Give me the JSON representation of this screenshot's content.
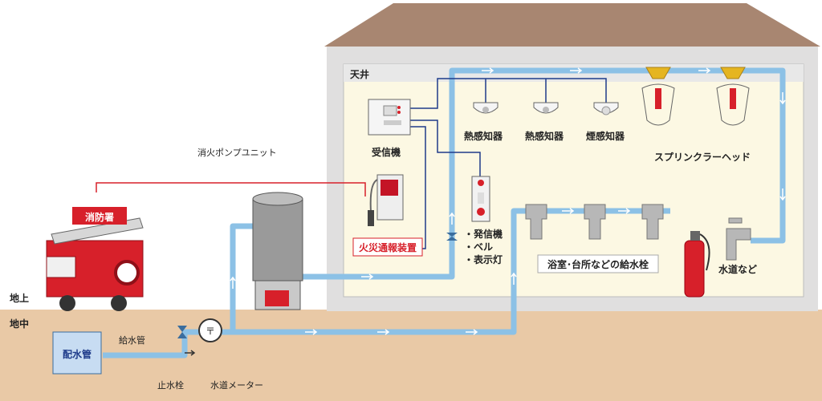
{
  "labels": {
    "ceiling": "天井",
    "receiver": "受信機",
    "heat_detector_1": "熱感知器",
    "heat_detector_2": "熱感知器",
    "smoke_detector": "煙感知器",
    "sprinkler_head": "スプリンクラーヘッド",
    "pump_unit": "消火ポンプユニット",
    "fire_station": "消防署",
    "fire_alarm_device": "火災通報装置",
    "transmitter_line1": "・発信機",
    "transmitter_line2": "・ベル",
    "transmitter_line3": "・表示灯",
    "faucets": "浴室･台所などの給水栓",
    "water_tap": "水道など",
    "above_ground": "地上",
    "underground": "地中",
    "distribution_pipe": "配水管",
    "supply_pipe": "給水管",
    "stop_valve": "止水栓",
    "water_meter": "水道メーター"
  },
  "colors": {
    "ground": "#e9c9a6",
    "roof": "#a88671",
    "house_wall": "#e0dfdf",
    "interior": "#fcf8e3",
    "pipe_blue": "#8cc1e6",
    "pipe_dark": "#3a6d9e",
    "alarm_red": "#d7202a",
    "signal_line": "#1e3b8a"
  }
}
